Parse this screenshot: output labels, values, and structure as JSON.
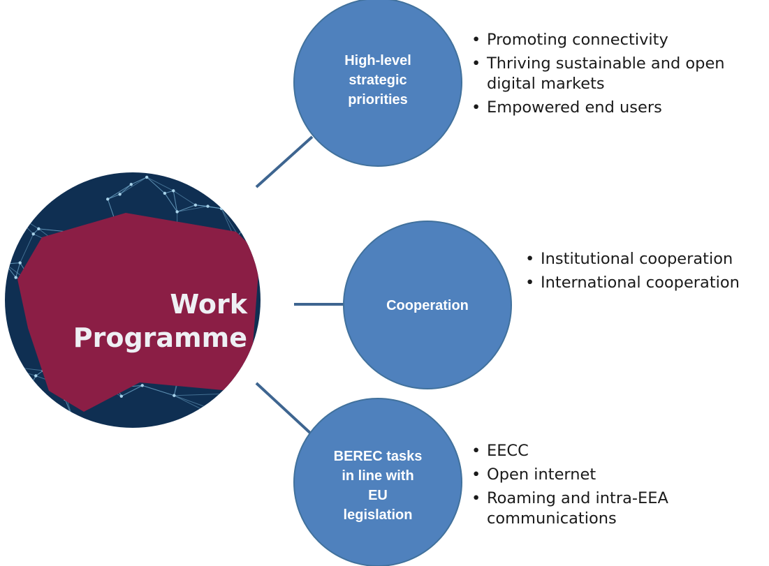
{
  "center": {
    "title_line1": "Work",
    "title_line2": "Programme"
  },
  "nodes": [
    {
      "label_lines": [
        "High-level",
        "strategic",
        "priorities"
      ],
      "bullets": [
        "Promoting connectivity",
        "Thriving sustainable and open digital markets",
        "Empowered end users"
      ]
    },
    {
      "label_lines": [
        "Cooperation"
      ],
      "bullets": [
        "Institutional cooperation",
        "International cooperation"
      ]
    },
    {
      "label_lines": [
        "BEREC tasks",
        "in line with",
        "EU",
        "legislation"
      ],
      "bullets": [
        "EECC",
        "Open internet",
        "Roaming and intra-EEA communications"
      ]
    }
  ],
  "colors": {
    "node_fill": "#4f81bd",
    "node_stroke": "#41719c",
    "connector": "#3e6590",
    "network_bg": "#0f2f52",
    "network_lines": "#6fa6c8",
    "center_blob": "#8b1e45"
  }
}
